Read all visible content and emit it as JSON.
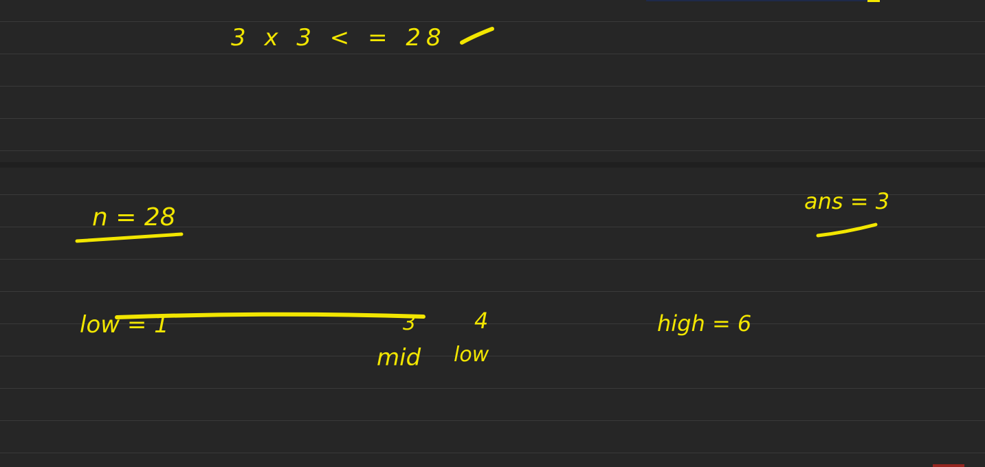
{
  "top_page": {
    "equation": "3 x 3 < = 28"
  },
  "bottom_page": {
    "n_label": "n = 28",
    "ans_label": "ans = 3",
    "low_label": "low = 1",
    "mid_value": "3",
    "next_value": "4",
    "high_label": "high = 6",
    "mid_word": "mid",
    "low_word": "low"
  },
  "colors": {
    "ink": "#f2e600",
    "background": "#262626",
    "rule_line": "#3a3a3a"
  }
}
